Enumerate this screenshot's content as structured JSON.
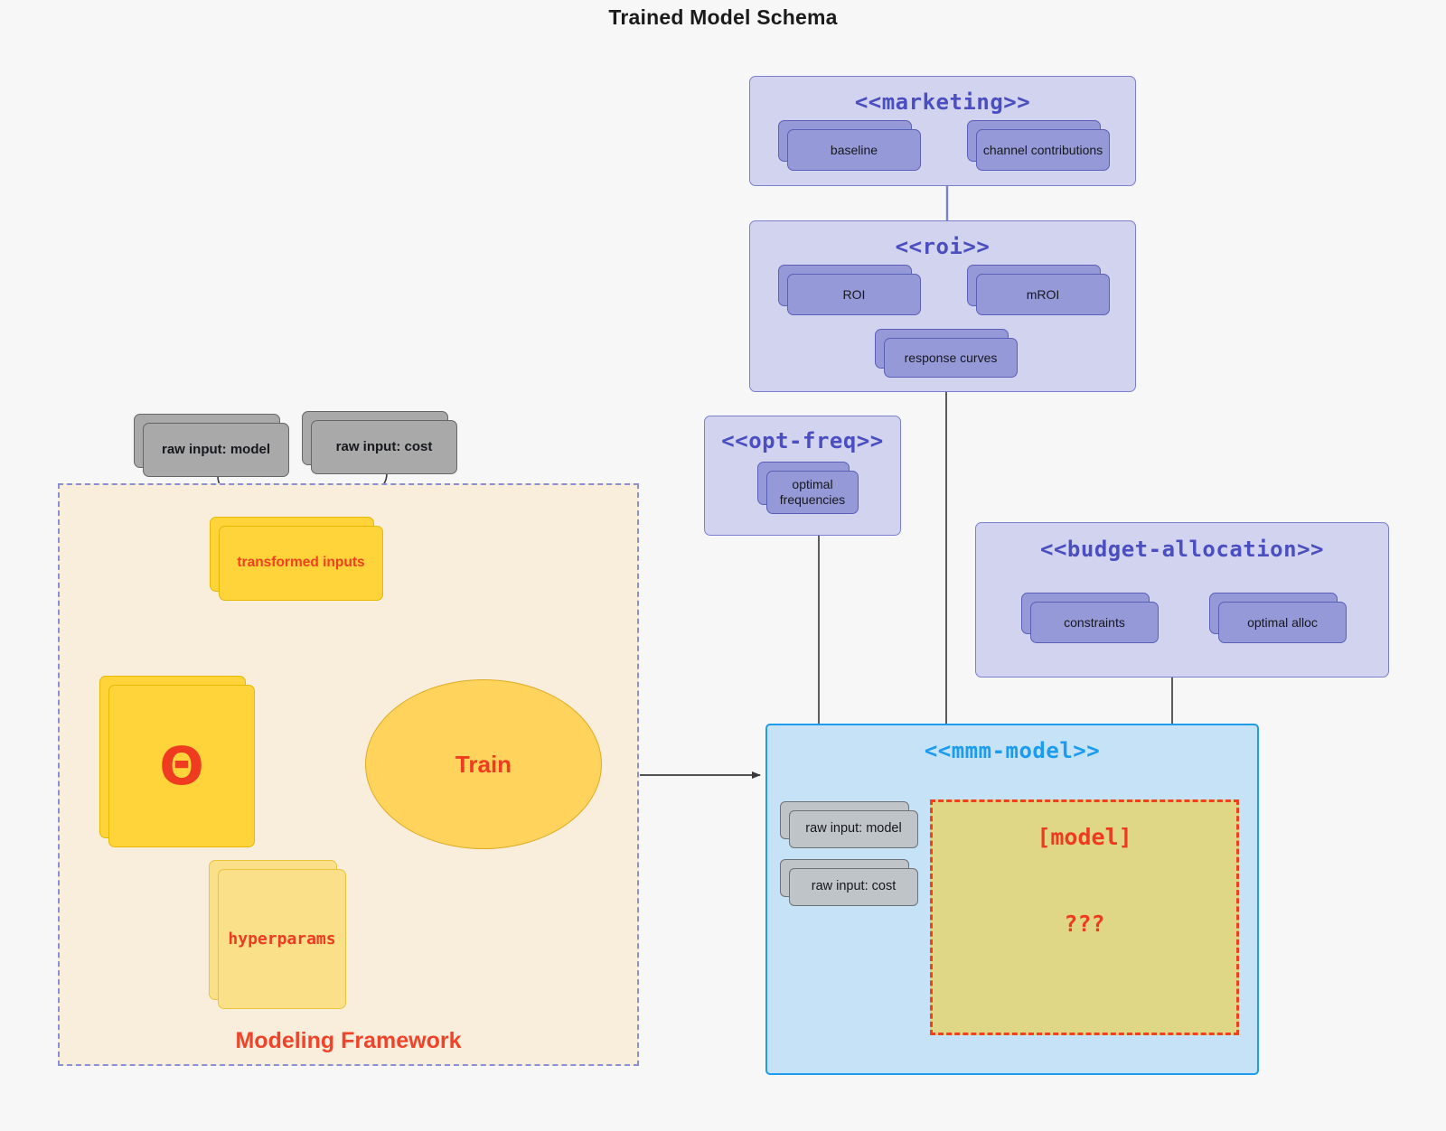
{
  "title": "Trained Model Schema",
  "packages": {
    "marketing": {
      "name": "<<marketing>>",
      "artifacts": [
        {
          "label": "baseline"
        },
        {
          "label": "channel contributions"
        }
      ]
    },
    "roi": {
      "name": "<<roi>>",
      "artifacts": [
        {
          "label": "ROI"
        },
        {
          "label": "mROI"
        },
        {
          "label": "response curves"
        }
      ]
    },
    "opt_freq": {
      "name": "<<opt-freq>>",
      "artifacts": [
        {
          "label": "optimal\nfrequencies",
          "line1": "optimal",
          "line2": "frequencies"
        }
      ]
    },
    "budget_allocation": {
      "name": "<<budget-allocation>>",
      "artifacts": [
        {
          "label": "constraints"
        },
        {
          "label": "optimal alloc"
        }
      ]
    },
    "mmm_model": {
      "name": "<<mmm-model>>",
      "inputs": [
        {
          "label": "raw input: model"
        },
        {
          "label": "raw input: cost"
        }
      ],
      "model_block": {
        "title": "[model]",
        "question": "???"
      }
    }
  },
  "modeling_framework": {
    "label": "Modeling Framework",
    "raw_inputs": [
      {
        "label": "raw input: model"
      },
      {
        "label": "raw input: cost"
      }
    ],
    "transformed_inputs": "transformed inputs",
    "theta_symbol": "Θ",
    "hyperparams": "hyperparams",
    "train": "Train"
  },
  "colors": {
    "package_fill": "#d2d4ef",
    "package_stroke": "#7b7fd0",
    "package_title": "#4a4ec0",
    "artifact_fill": "#9599d8",
    "mmm_fill": "#c6e2f7",
    "mmm_stroke": "#1f9ceb",
    "mmm_title": "#1b9cf0",
    "framework_fill": "#f8eedb",
    "framework_stroke": "#8a8fd6",
    "accent_red": "#f0432a",
    "yellow": "#ffd43b",
    "yellow_light": "#fbe08a",
    "model_block_fill": "#e0d786",
    "grey_artifact": "#a9a9a9"
  }
}
